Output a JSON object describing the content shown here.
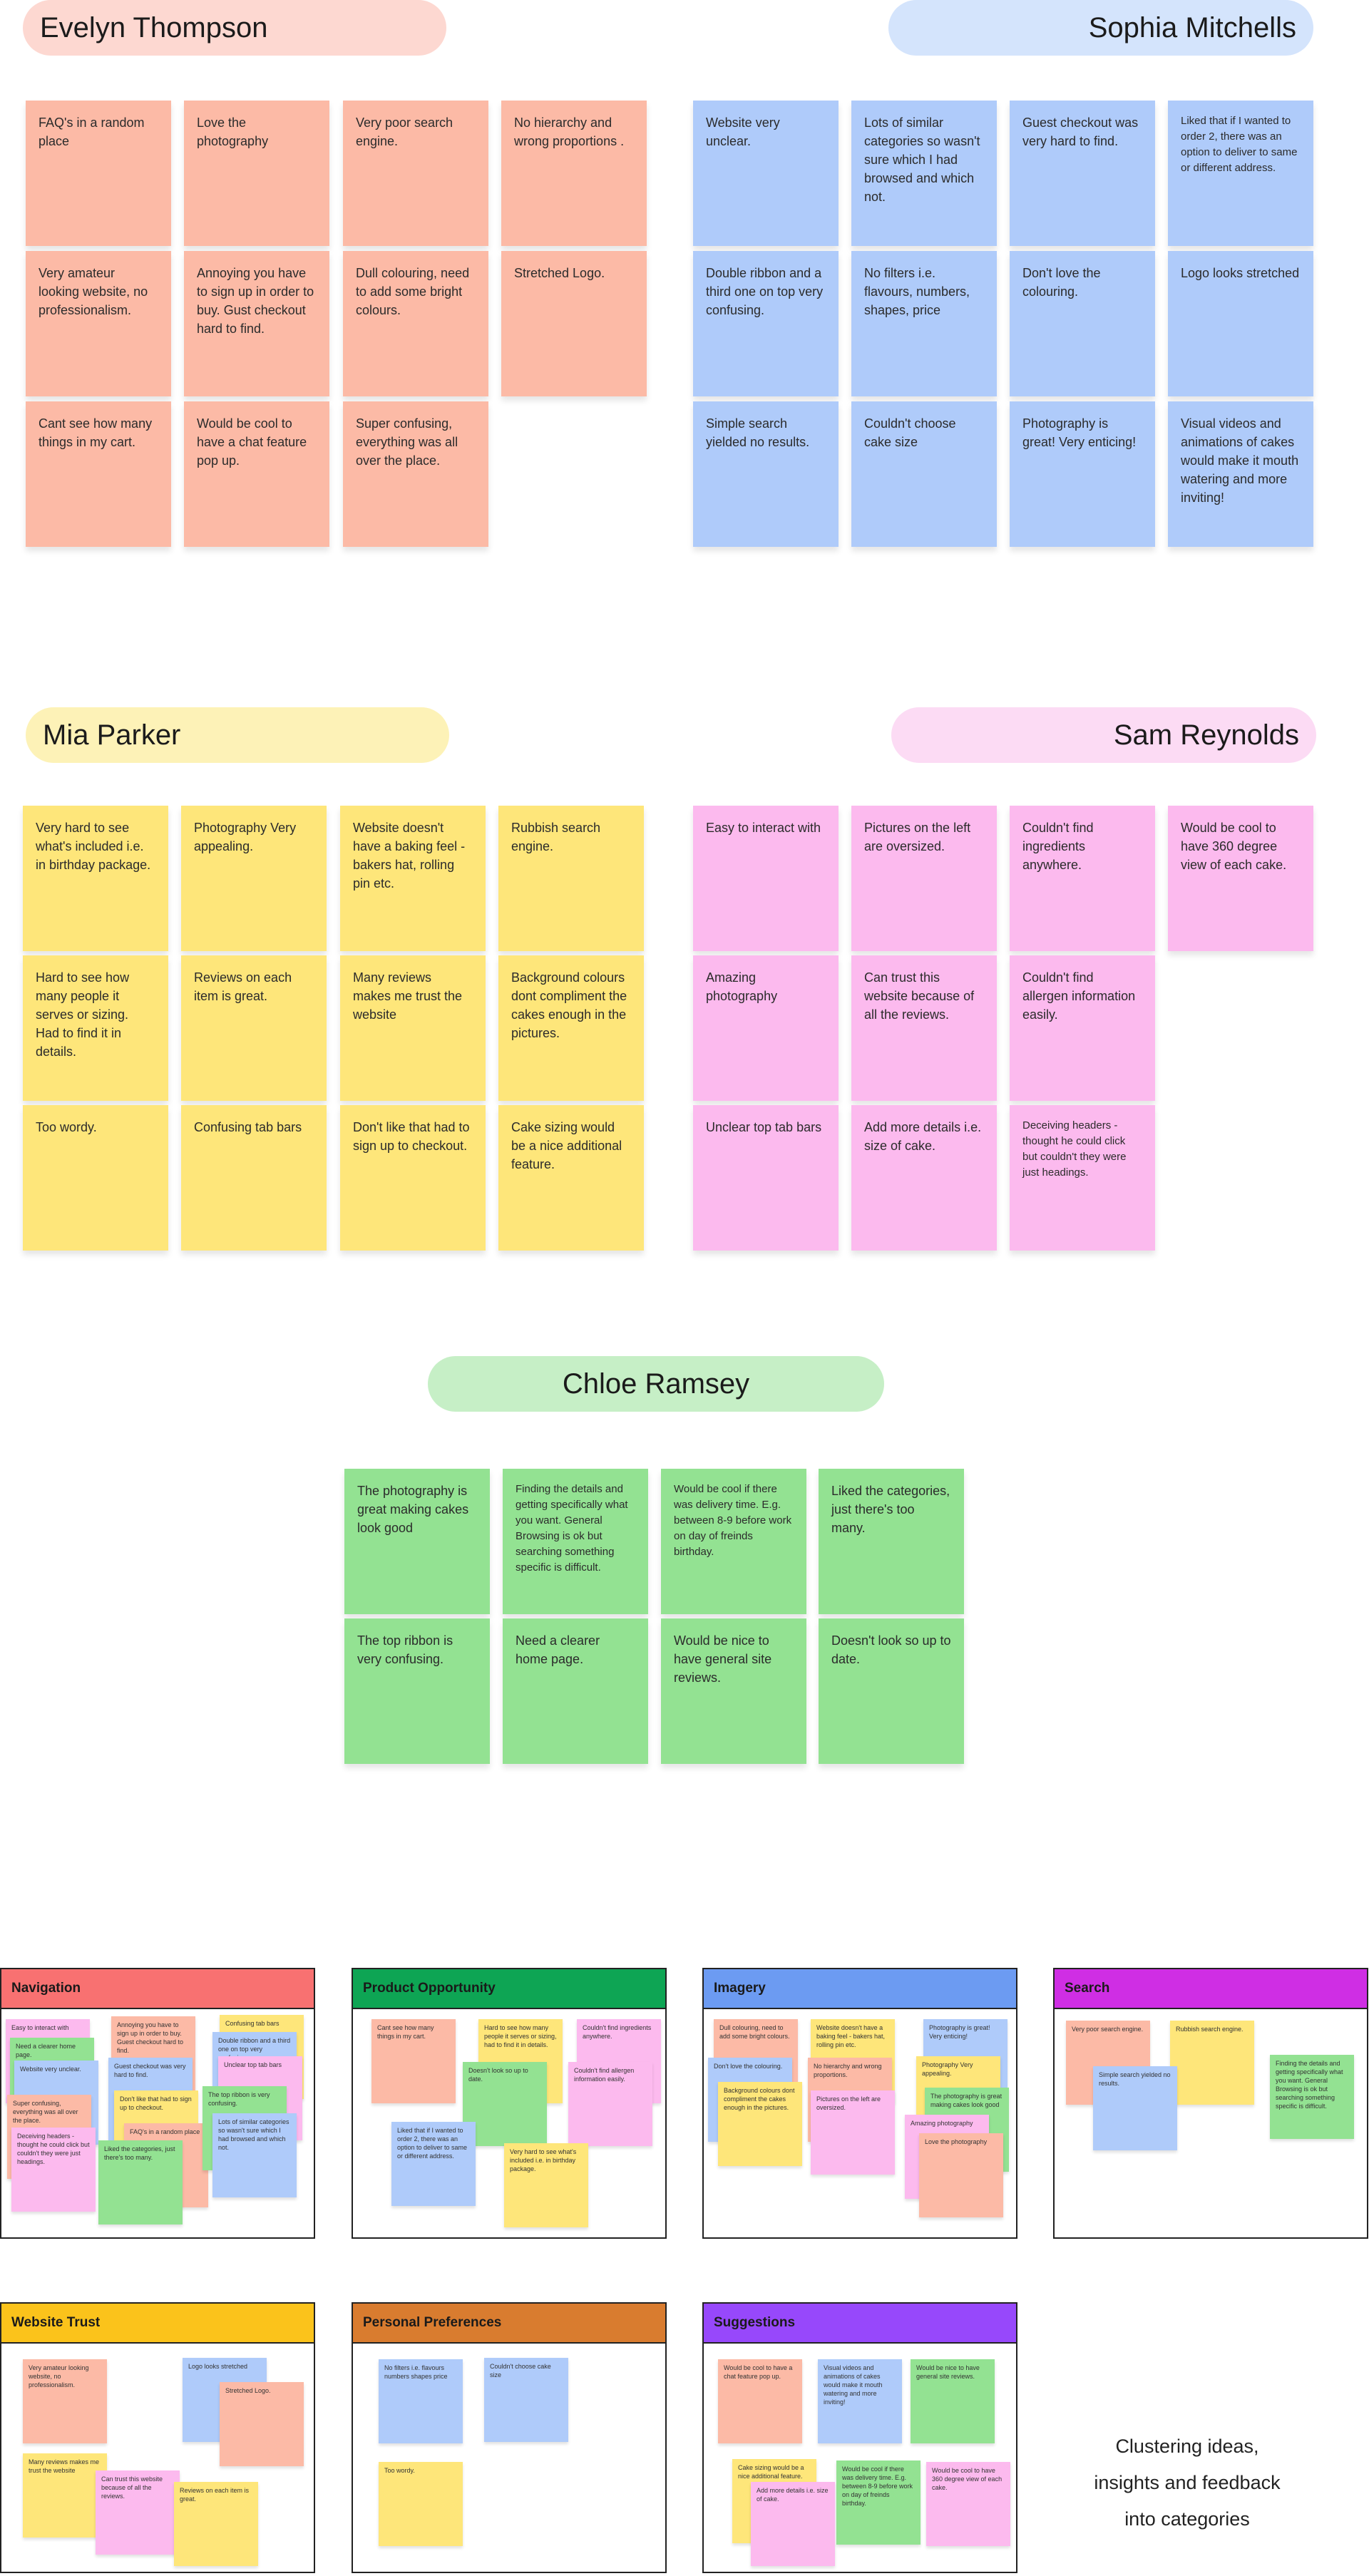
{
  "colors": {
    "salmon": "#fcbaa6",
    "blue": "#afcbfa",
    "yellow": "#fee67a",
    "pink": "#fcbaee",
    "green": "#93e292",
    "pill_evelyn": "#fdd8d1",
    "pill_sophia": "#d4e4fc",
    "pill_mia": "#fdf2b7",
    "pill_sam": "#fcdbf4",
    "pill_chloe": "#c6efc6",
    "navigation": "#f87171",
    "product": "#0ea554",
    "imagery": "#6c9bf2",
    "search": "#cf2ee4",
    "trust": "#fbc31b",
    "preferences": "#d97c2f",
    "suggestions": "#9748fb"
  },
  "participants": {
    "evelyn": {
      "name": "Evelyn Thompson",
      "notes": [
        "FAQ's in a random place",
        "Love the photography",
        "Very poor search engine.",
        "No hierarchy and wrong proportions .",
        "Very amateur looking website, no professionalism.",
        "Annoying you have to sign up in order to buy. Gust checkout hard to find.",
        "Dull colouring, need to add some bright colours.",
        "Stretched Logo.",
        "Cant see how many things in my cart.",
        "Would be cool to have a chat feature pop up.",
        "Super confusing, everything was all over the place."
      ]
    },
    "sophia": {
      "name": "Sophia Mitchells",
      "notes": [
        "Website very unclear.",
        "Lots of similar categories so wasn't sure which I had browsed and which not.",
        "Guest checkout was very hard to find.",
        "Liked that if I wanted to order 2, there was an option to deliver to same or different address.",
        "Double ribbon and a third one on top very confusing.",
        "No filters i.e. flavours, numbers, shapes, price",
        "Don't love the colouring.",
        "Logo looks stretched",
        "Simple search yielded no results.",
        "Couldn't choose cake size",
        "Photography is great! Very enticing!",
        "Visual videos and animations of cakes would make it mouth watering and more inviting!"
      ]
    },
    "mia": {
      "name": "Mia Parker",
      "notes": [
        "Very hard to see what's included i.e. in birthday package.",
        "Photography Very appealing.",
        "Website doesn't have a baking feel - bakers hat, rolling pin etc.",
        "Rubbish search engine.",
        "Hard to see how many people it serves or sizing. Had to find it in details.",
        "Reviews on each item is great.",
        "Many reviews makes me trust the website",
        "Background colours dont compliment the cakes enough in the pictures.",
        "Too wordy.",
        "Confusing tab bars",
        "Don't like that had to sign up to checkout.",
        "Cake sizing would be a nice additional feature."
      ]
    },
    "sam": {
      "name": "Sam Reynolds",
      "notes": [
        "Easy to interact with",
        "Pictures on the left are oversized.",
        "Couldn't find ingredients anywhere.",
        "Would be cool to have 360 degree view of each cake.",
        "Amazing photography",
        "Can trust this website because of all the reviews.",
        "Couldn't find allergen information easily.",
        "Unclear top tab bars",
        "Add more details i.e. size of cake.",
        "Deceiving headers - thought he could click but couldn't they were just headings."
      ]
    },
    "chloe": {
      "name": "Chloe Ramsey",
      "notes": [
        "The photography is great making cakes look good",
        "Finding the details and getting specifically what you want. General Browsing is ok but searching something specific is difficult.",
        "Would be cool if there was delivery time. E.g. between 8-9 before work on day of freinds birthday.",
        "Liked the categories, just there's too many.",
        "The top ribbon is very confusing.",
        "Need a clearer home page.",
        "Would be nice to have general site reviews.",
        "Doesn't look so up to date."
      ]
    }
  },
  "clusters": {
    "navigation": {
      "title": "Navigation",
      "notes": [
        "Easy to interact with",
        "Need a clearer home page.",
        "Website very unclear.",
        "Super confusing, everything was all over the place.",
        "Deceiving headers - thought he could click but couldn't they were just headings.",
        "Annoying you have to sign up in order to buy. Guest checkout hard to find.",
        "Guest checkout was very hard to find.",
        "Don't like that had to sign up to checkout.",
        "FAQ's in a random place",
        "Liked the categories, just there's too many.",
        "Confusing tab bars",
        "Double ribbon and a third one on top very confusing.",
        "Unclear top tab bars",
        "The top ribbon is very confusing.",
        "Lots of similar categories so wasn't sure which I had browsed and which not."
      ]
    },
    "product": {
      "title": "Product Opportunity",
      "notes": [
        "Cant see how many things in my cart.",
        "Hard to see how many people it serves or sizing, had to find it in details.",
        "Doesn't look so up to date.",
        "Couldn't find ingredients anywhere.",
        "Couldn't find allergen information easily.",
        "Liked that if I wanted to order 2, there was an option to deliver to same or different address.",
        "Very hard to see what's included i.e. in birthday package."
      ]
    },
    "imagery": {
      "title": "Imagery",
      "notes": [
        "Dull colouring, need to add some bright colours.",
        "Website doesn't have a baking feel - bakers hat, rolling pin etc.",
        "Photography is great! Very enticing!",
        "Don't love the colouring.",
        "No hierarchy and wrong proportions.",
        "Photography Very appealing.",
        "Background colours dont compliment the cakes enough in the pictures.",
        "Pictures on the left are oversized.",
        "The photography is great making cakes look good",
        "Amazing photography",
        "Love the photography"
      ]
    },
    "search": {
      "title": "Search",
      "notes": [
        "Very poor search engine.",
        "Rubbish search engine.",
        "Simple search yielded no results.",
        "Finding the details and getting specifically what you want. General Browsing is ok but searching something specific is difficult."
      ]
    },
    "trust": {
      "title": "Website Trust",
      "notes": [
        "Very amateur looking website, no professionalism.",
        "Logo looks stretched",
        "Stretched Logo.",
        "Many reviews makes me trust the website",
        "Can trust this website because of all the reviews.",
        "Reviews on each item is great."
      ]
    },
    "preferences": {
      "title": "Personal Preferences",
      "notes": [
        "No filters i.e. flavours numbers shapes price",
        "Couldn't choose cake size",
        "Too wordy."
      ]
    },
    "suggestions": {
      "title": "Suggestions",
      "notes": [
        "Would be cool to have a chat feature pop up.",
        "Visual videos and animations of cakes would make it mouth watering and more inviting!",
        "Would be nice to have general site reviews.",
        "Cake sizing would be a nice additional feature.",
        "Would be cool if there was delivery time. E.g. between 8-9 before work on day of freinds birthday.",
        "Would be cool to have 360 degree view of each cake.",
        "Add more details i.e. size of cake."
      ]
    }
  },
  "caption": "Clustering ideas, insights and feedback into categories"
}
